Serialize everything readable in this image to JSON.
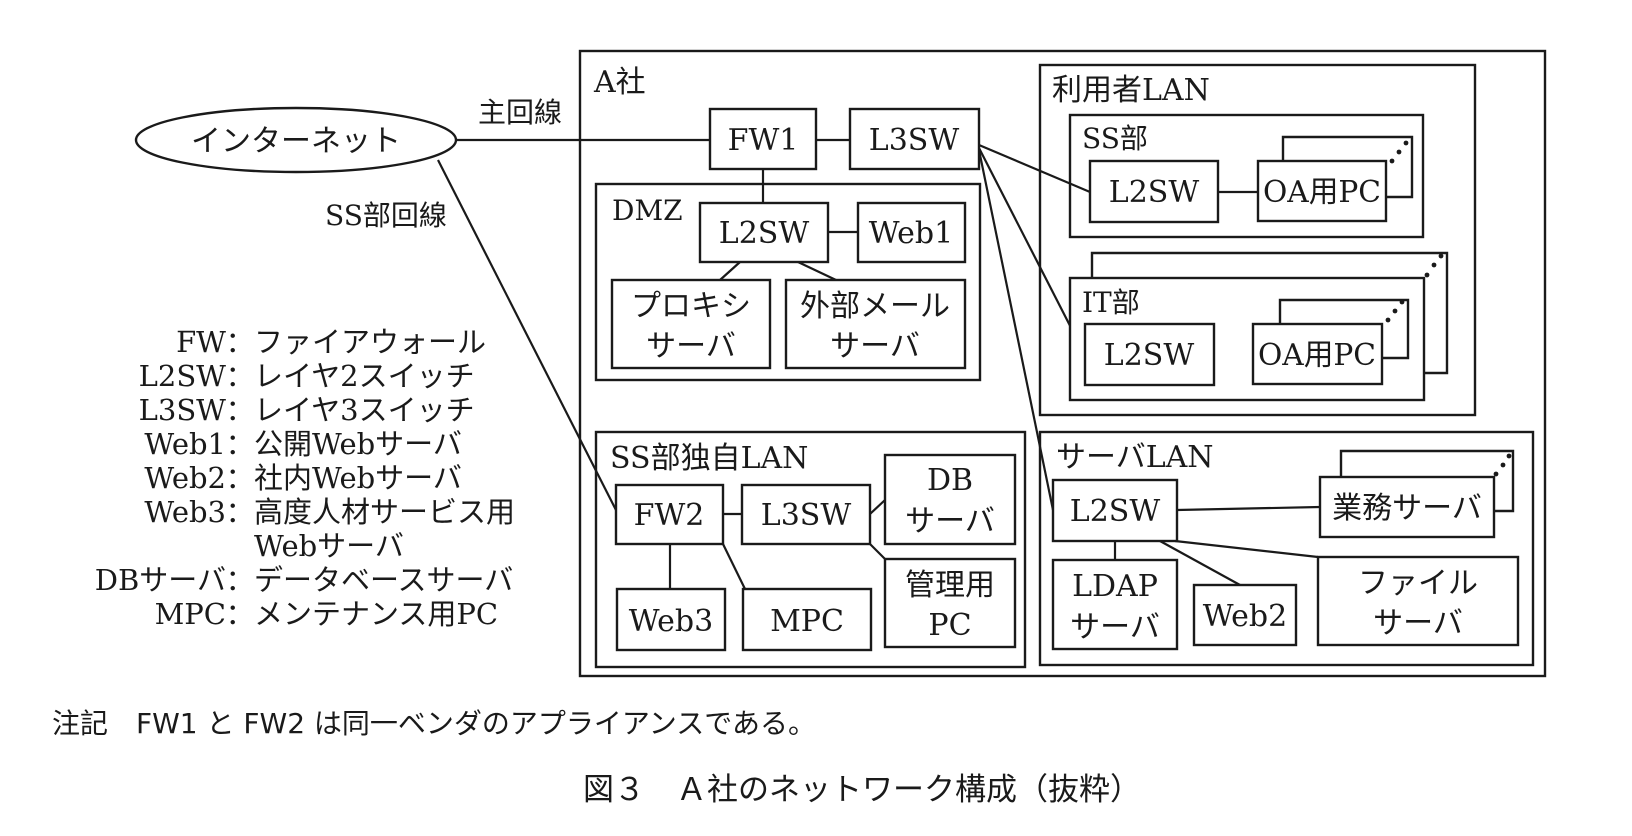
{
  "figure": {
    "caption": "図３　Ａ社のネットワーク構成（抜粋）",
    "note": "注記　FW1 と FW2 は同一ベンダのアプライアンスである。"
  },
  "internet": {
    "label": "インターネット",
    "main_line_label": "主回線",
    "ss_line_label": "SS部回線"
  },
  "company": {
    "label": "A社",
    "fw1": "FW1",
    "l3sw": "L3SW"
  },
  "dmz": {
    "label": "DMZ",
    "l2sw": "L2SW",
    "web1": "Web1",
    "proxy": [
      "プロキシ",
      "サーバ"
    ],
    "mail": [
      "外部メール",
      "サーバ"
    ]
  },
  "user_lan": {
    "label": "利用者LAN",
    "ss_dept": {
      "label": "SS部",
      "l2sw": "L2SW",
      "pc": "OA用PC"
    },
    "it_dept": {
      "label": "IT部",
      "l2sw": "L2SW",
      "pc": "OA用PC"
    }
  },
  "ss_lan": {
    "label": "SS部独自LAN",
    "fw2": "FW2",
    "l3sw": "L3SW",
    "db": [
      "DB",
      "サーバ"
    ],
    "admin_pc": [
      "管理用",
      "PC"
    ],
    "web3": "Web3",
    "mpc": "MPC"
  },
  "server_lan": {
    "label": "サーバLAN",
    "l2sw": "L2SW",
    "biz": "業務サーバ",
    "ldap": [
      "LDAP",
      "サーバ"
    ],
    "web2": "Web2",
    "file": [
      "ファイル",
      "サーバ"
    ]
  },
  "legend": [
    {
      "term": "FW",
      "desc": "ファイアウォール"
    },
    {
      "term": "L2SW",
      "desc": "レイヤ2スイッチ"
    },
    {
      "term": "L3SW",
      "desc": "レイヤ3スイッチ"
    },
    {
      "term": "Web1",
      "desc": "公開Webサーバ"
    },
    {
      "term": "Web2",
      "desc": "社内Webサーバ"
    },
    {
      "term": "Web3",
      "desc": "高度人材サービス用"
    },
    {
      "term": "",
      "desc": "Webサーバ"
    },
    {
      "term": "DBサーバ",
      "desc": "データベースサーバ"
    },
    {
      "term": "MPC",
      "desc": "メンテナンス用PC"
    }
  ],
  "legend_separator": "："
}
